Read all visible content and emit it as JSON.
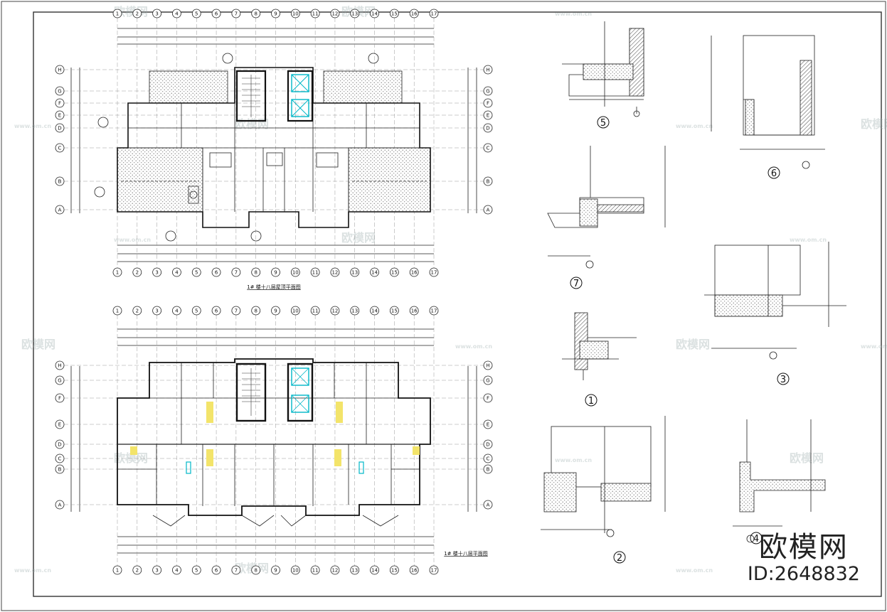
{
  "plans": [
    {
      "title": "1# 楼十八层屋顶平面图",
      "axes_top": [
        "1",
        "2",
        "3",
        "4",
        "5",
        "6",
        "7",
        "8",
        "9",
        "10",
        "11",
        "12",
        "13",
        "14",
        "15",
        "16",
        "17"
      ],
      "axes_side": [
        "H",
        "G",
        "F",
        "E",
        "D",
        "C",
        "B",
        "A"
      ]
    },
    {
      "title": "1# 楼十八层平面图",
      "axes_top": [
        "1",
        "2",
        "3",
        "4",
        "5",
        "6",
        "7",
        "8",
        "9",
        "10",
        "11",
        "12",
        "13",
        "14",
        "15",
        "16",
        "17"
      ],
      "axes_side": [
        "H",
        "G",
        "F",
        "E",
        "D",
        "C",
        "B",
        "A"
      ]
    }
  ],
  "details": [
    {
      "num": "5"
    },
    {
      "num": "6"
    },
    {
      "num": "7"
    },
    {
      "num": "3"
    },
    {
      "num": "1"
    },
    {
      "num": "2"
    },
    {
      "num": "4"
    }
  ],
  "watermark": {
    "brand": "欧模网",
    "site": "www.om.cn",
    "id_label": "ID:2648832"
  }
}
